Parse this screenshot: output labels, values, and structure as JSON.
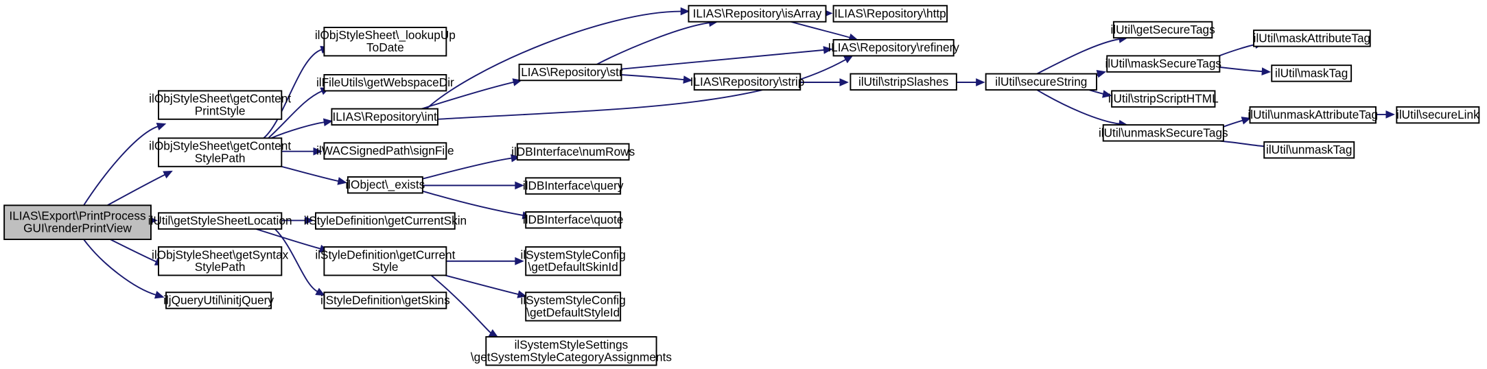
{
  "graph": {
    "root_fill": "#bfbfbf",
    "node_fill": "#ffffff",
    "edge_color": "#191970",
    "nodes": [
      {
        "id": "root",
        "lines": [
          "ILIAS\\Export\\PrintProcess",
          "GUI\\renderPrintView"
        ],
        "root": true
      },
      {
        "id": "gcps",
        "lines": [
          "ilObjStyleSheet\\getContent",
          "PrintStyle"
        ]
      },
      {
        "id": "gcsp",
        "lines": [
          "ilObjStyleSheet\\getContent",
          "StylePath"
        ]
      },
      {
        "id": "gssl",
        "lines": [
          "ilUtil\\getStyleSheetLocation"
        ]
      },
      {
        "id": "gssp",
        "lines": [
          "ilObjStyleSheet\\getSyntax",
          "StylePath"
        ]
      },
      {
        "id": "ijq",
        "lines": [
          "iljQueryUtil\\initjQuery"
        ]
      },
      {
        "id": "lutd",
        "lines": [
          "ilObjStyleSheet\\_lookupUp",
          "ToDate"
        ]
      },
      {
        "id": "gwd",
        "lines": [
          "ilFileUtils\\getWebspaceDir"
        ]
      },
      {
        "id": "rint",
        "lines": [
          "ILIAS\\Repository\\int"
        ]
      },
      {
        "id": "wac",
        "lines": [
          "ilWACSignedPath\\signFile"
        ]
      },
      {
        "id": "exists",
        "lines": [
          "ilObject\\_exists"
        ]
      },
      {
        "id": "gcskin",
        "lines": [
          "ilStyleDefinition\\getCurrentSkin"
        ]
      },
      {
        "id": "gcstyle",
        "lines": [
          "ilStyleDefinition\\getCurrent",
          "Style"
        ]
      },
      {
        "id": "gskins",
        "lines": [
          "ilStyleDefinition\\getSkins"
        ]
      },
      {
        "id": "rstr",
        "lines": [
          "ILIAS\\Repository\\str"
        ]
      },
      {
        "id": "risarr",
        "lines": [
          "ILIAS\\Repository\\isArray"
        ]
      },
      {
        "id": "rhttp",
        "lines": [
          "ILIAS\\Repository\\http"
        ]
      },
      {
        "id": "rref",
        "lines": [
          "ILIAS\\Repository\\refinery"
        ]
      },
      {
        "id": "rstrip",
        "lines": [
          "ILIAS\\Repository\\strip"
        ]
      },
      {
        "id": "numrows",
        "lines": [
          "ilDBInterface\\numRows"
        ]
      },
      {
        "id": "query",
        "lines": [
          "ilDBInterface\\query"
        ]
      },
      {
        "id": "quote",
        "lines": [
          "ilDBInterface\\quote"
        ]
      },
      {
        "id": "gdskin",
        "lines": [
          "ilSystemStyleConfig",
          "\\getDefaultSkinId"
        ]
      },
      {
        "id": "gdstyle",
        "lines": [
          "ilSystemStyleConfig",
          "\\getDefaultStyleId"
        ]
      },
      {
        "id": "gssca",
        "lines": [
          "ilSystemStyleSettings",
          "\\getSystemStyleCategoryAssignments"
        ]
      },
      {
        "id": "strips",
        "lines": [
          "ilUtil\\stripSlashes"
        ]
      },
      {
        "id": "secstr",
        "lines": [
          "ilUtil\\secureString"
        ]
      },
      {
        "id": "getsec",
        "lines": [
          "ilUtil\\getSecureTags"
        ]
      },
      {
        "id": "masksec",
        "lines": [
          "ilUtil\\maskSecureTags"
        ]
      },
      {
        "id": "stripsh",
        "lines": [
          "ilUtil\\stripScriptHTML"
        ]
      },
      {
        "id": "unmasksec",
        "lines": [
          "ilUtil\\unmaskSecureTags"
        ]
      },
      {
        "id": "maskattr",
        "lines": [
          "ilUtil\\maskAttributeTag"
        ]
      },
      {
        "id": "masktag",
        "lines": [
          "ilUtil\\maskTag"
        ]
      },
      {
        "id": "unmaskattr",
        "lines": [
          "ilUtil\\unmaskAttributeTag"
        ]
      },
      {
        "id": "unmasktag",
        "lines": [
          "ilUtil\\unmaskTag"
        ]
      },
      {
        "id": "seclink",
        "lines": [
          "ilUtil\\secureLink"
        ]
      }
    ],
    "edges": [
      {
        "from": "root",
        "to": "gcps"
      },
      {
        "from": "root",
        "to": "gcsp"
      },
      {
        "from": "root",
        "to": "gssl"
      },
      {
        "from": "root",
        "to": "gssp"
      },
      {
        "from": "root",
        "to": "ijq"
      },
      {
        "from": "gcsp",
        "to": "lutd"
      },
      {
        "from": "gcsp",
        "to": "gwd"
      },
      {
        "from": "gcsp",
        "to": "rint"
      },
      {
        "from": "gcsp",
        "to": "wac"
      },
      {
        "from": "gcsp",
        "to": "exists"
      },
      {
        "from": "gssl",
        "to": "gcskin"
      },
      {
        "from": "gssl",
        "to": "gcstyle"
      },
      {
        "from": "gssl",
        "to": "gskins"
      },
      {
        "from": "rint",
        "to": "risarr"
      },
      {
        "from": "rint",
        "to": "rstr"
      },
      {
        "from": "rint",
        "to": "rref"
      },
      {
        "from": "rstr",
        "to": "risarr"
      },
      {
        "from": "rstr",
        "to": "rref"
      },
      {
        "from": "rstr",
        "to": "rstrip"
      },
      {
        "from": "risarr",
        "to": "rhttp"
      },
      {
        "from": "risarr",
        "to": "rref"
      },
      {
        "from": "rstrip",
        "to": "strips"
      },
      {
        "from": "exists",
        "to": "numrows"
      },
      {
        "from": "exists",
        "to": "query"
      },
      {
        "from": "exists",
        "to": "quote"
      },
      {
        "from": "gcstyle",
        "to": "gdskin"
      },
      {
        "from": "gcstyle",
        "to": "gdstyle"
      },
      {
        "from": "gcstyle",
        "to": "gssca"
      },
      {
        "from": "strips",
        "to": "secstr"
      },
      {
        "from": "secstr",
        "to": "getsec"
      },
      {
        "from": "secstr",
        "to": "masksec"
      },
      {
        "from": "secstr",
        "to": "stripsh"
      },
      {
        "from": "secstr",
        "to": "unmasksec"
      },
      {
        "from": "masksec",
        "to": "maskattr"
      },
      {
        "from": "masksec",
        "to": "masktag"
      },
      {
        "from": "unmasksec",
        "to": "unmaskattr"
      },
      {
        "from": "unmasksec",
        "to": "unmasktag"
      },
      {
        "from": "unmaskattr",
        "to": "seclink"
      }
    ]
  }
}
